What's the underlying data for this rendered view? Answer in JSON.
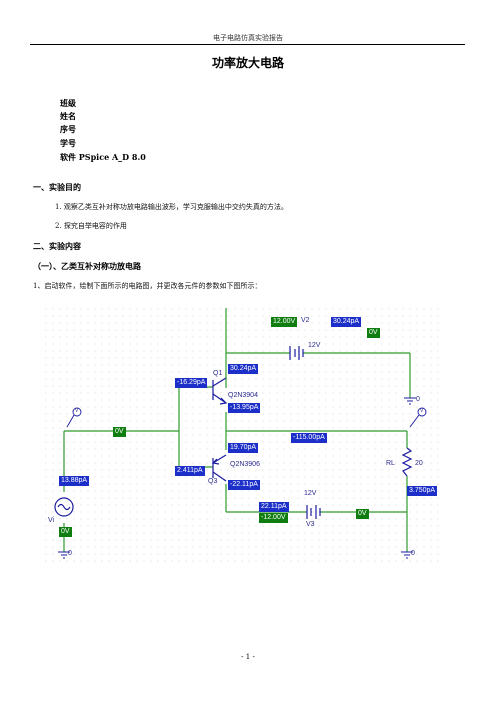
{
  "header": {
    "running_title": "电子电路仿真实验报告"
  },
  "document": {
    "title": "功率放大电路",
    "fields": [
      "班级",
      "姓名",
      "序号",
      "学号",
      "软件  PSpice A_D 8.0"
    ],
    "section1": {
      "heading": "一、实验目的",
      "items": [
        "1. 观察乙类互补对称功放电路输出波形，学习克服输出中交约失真的方法。",
        "2. 探究自举电容的作用"
      ]
    },
    "section2": {
      "heading": "二、实验内容",
      "subheading": "（一）、乙类互补对称功放电路",
      "step1": "1、启动软件，绘制下面所示的电路图，并更改各元件的参数如下图所示："
    }
  },
  "schematic": {
    "current_markers": [
      "30.24pA",
      "30.24pA",
      "-16.29pA",
      "-13.95pA",
      "19.70pA",
      "-115.00pA",
      "2.411pA",
      "-22.11pA",
      "13.88pA",
      "3.750pA",
      "22.11pA"
    ],
    "voltage_markers": [
      "12.00V",
      "0V",
      "0V",
      "0V",
      "-12.00V",
      "0V"
    ],
    "component_labels": {
      "v2": "V2",
      "v2_value": "12V",
      "v3": "V3",
      "v3_value": "12V",
      "q1": "Q1",
      "q1_model": "Q2N3904",
      "q3": "Q3",
      "q3_model": "Q2N3906",
      "rl": "RL",
      "rl_value": "20",
      "vi": "Vi",
      "probe": "V",
      "ground": "0"
    }
  },
  "footer": {
    "page_number": "- 1 -"
  },
  "colors": {
    "current_tag": "#1c2fc8",
    "voltage_tag": "#0f7d0f",
    "wire": "#2f9b2f",
    "component": "#1a1aa0"
  }
}
